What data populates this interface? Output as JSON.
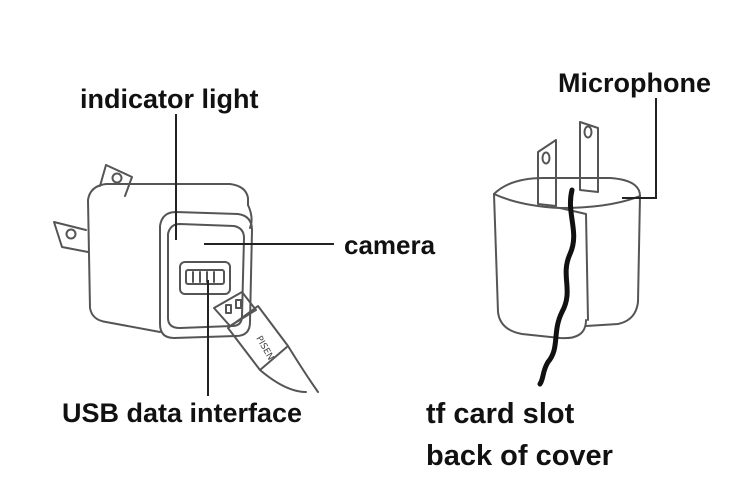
{
  "labels": {
    "indicator_light": "indicator light",
    "camera": "camera",
    "usb_data_interface": "USB data interface",
    "microphone": "Microphone",
    "tf_card_slot": "tf card slot",
    "back_of_cover": "back of cover"
  },
  "cable_text": "PISEN",
  "colors": {
    "line": "#222222",
    "outline": "#555555",
    "text": "#111111"
  }
}
